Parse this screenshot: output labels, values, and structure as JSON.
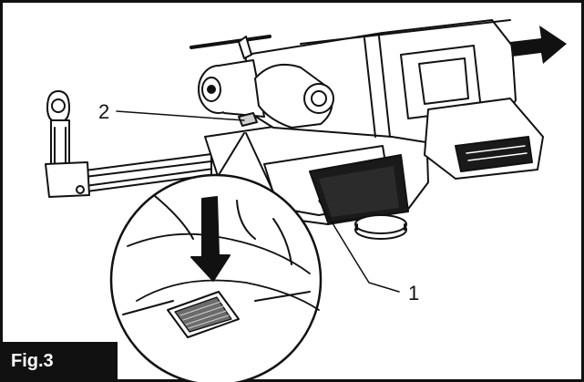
{
  "figure": {
    "label": "Fig.3",
    "callouts": [
      {
        "id": "1",
        "text": "1"
      },
      {
        "id": "2",
        "text": "2"
      }
    ],
    "direction_arrow_icon": "arrow-right-icon",
    "press_arrow_icon": "arrow-down-icon",
    "colors": {
      "ink": "#111111",
      "paper": "#ffffff",
      "shade": "#cfcfcf"
    }
  }
}
